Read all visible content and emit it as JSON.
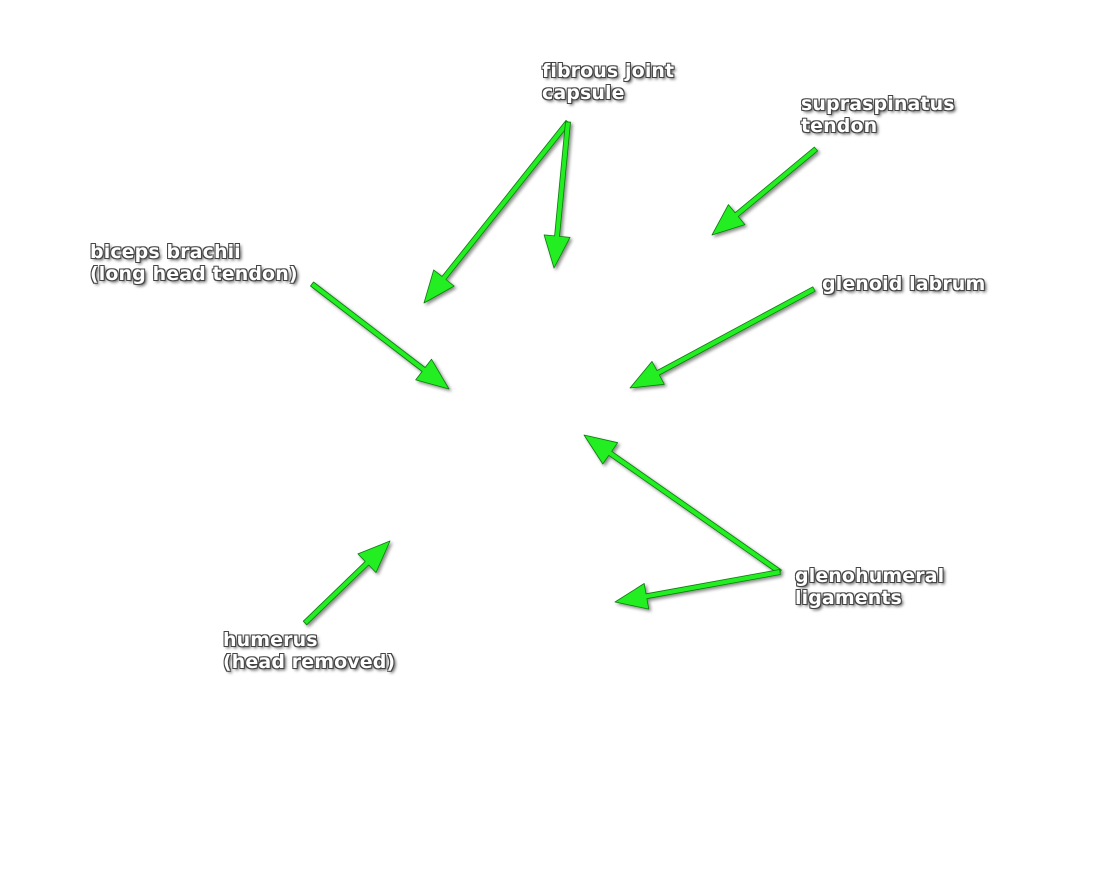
{
  "labels": {
    "capsule": {
      "line1": "fibrous joint",
      "line2": "capsule"
    },
    "supraspinatus": {
      "line1": "supraspinatus",
      "line2": "tendon"
    },
    "biceps": {
      "line1": "biceps brachii",
      "line2": "(long head tendon)"
    },
    "labrum": {
      "line1": "glenoid labrum"
    },
    "glenohumeral": {
      "line1": "glenohumeral",
      "line2": "ligaments"
    },
    "humerus": {
      "line1": "humerus",
      "line2": "(head removed)"
    }
  },
  "colors": {
    "arrow": "#22ee22",
    "arrow_outline": "#0a7a0a",
    "label_text": "#ffffff",
    "label_outline": "#444444",
    "background": "#ffffff"
  }
}
